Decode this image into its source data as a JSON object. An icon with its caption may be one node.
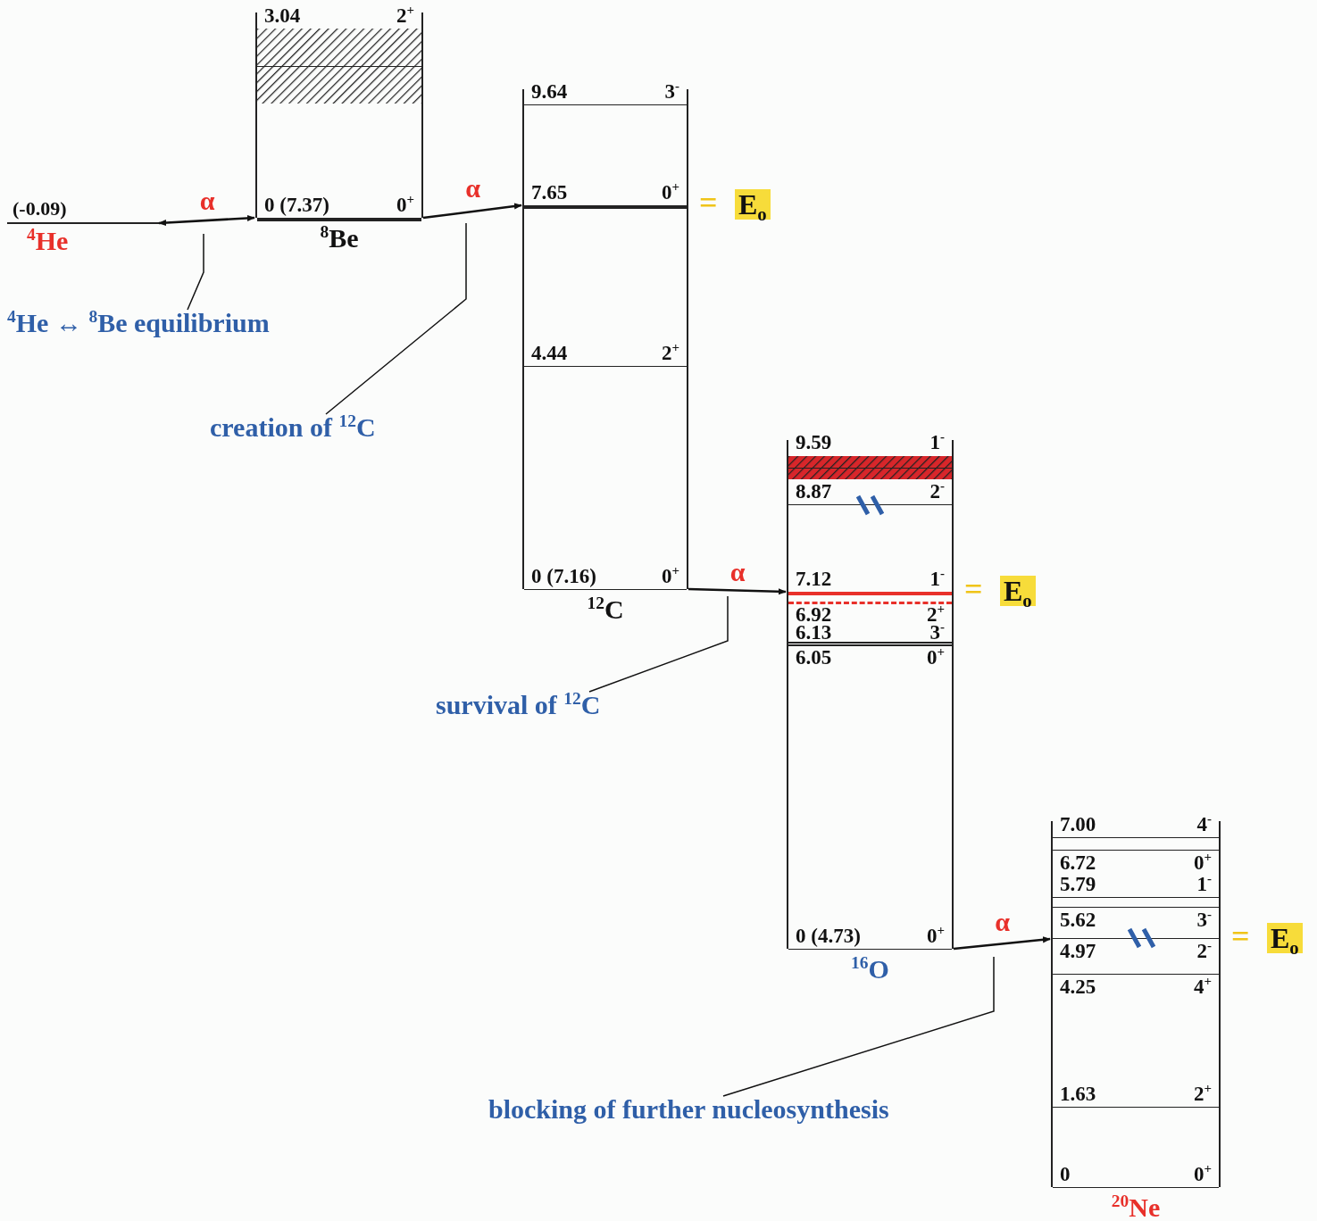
{
  "diagram": {
    "nodes": [
      {
        "text": [
          "(-0.09)",
          "$^{4}$He"
        ]
      },
      {
        "text": [
          "$^{8}$Be"
        ]
      },
      {
        "text": [
          "3.04",
          "2$^{+}$"
        ],
        "in": 1
      },
      {
        "text": [
          "0 (7.37)",
          "0$^{+}$"
        ],
        "in": 1
      },
      {
        "text": [
          "$^{12}$C"
        ]
      },
      {
        "text": [
          "9.64",
          "3$^{-}$"
        ],
        "in": 4
      },
      {
        "text": [
          "7.65",
          "0$^{+}$"
        ],
        "in": 4,
        "beside": [
          "=",
          "E$_{o}$"
        ]
      },
      {
        "text": [
          "4.44",
          "2$^{+}$"
        ],
        "in": 4
      },
      {
        "text": [
          "0 (7.16)",
          "0$^{+}$"
        ],
        "in": 4
      },
      {
        "text": [
          "$^{16}$O"
        ]
      },
      {
        "text": [
          "9.59",
          "1$^{-}$"
        ],
        "in": 9
      },
      {
        "text": [
          "8.87",
          "2$^{-}$"
        ],
        "in": 9
      },
      {
        "text": [
          "7.12",
          "1$^{-}$"
        ],
        "in": 9,
        "beside": [
          "=",
          "E$_{o}$"
        ]
      },
      {
        "text": [
          "6.92",
          "2$^{+}$"
        ],
        "in": 9
      },
      {
        "text": [
          "6.13",
          "3$^{-}$"
        ],
        "in": 9
      },
      {
        "text": [
          "6.05",
          "0$^{+}$"
        ],
        "in": 9
      },
      {
        "text": [
          "0 (4.73)",
          "0$^{+}$"
        ],
        "in": 9
      },
      {
        "text": [
          "$^{20}$Ne"
        ]
      },
      {
        "text": [
          "7.00",
          "4$^{-}$"
        ],
        "in": 17
      },
      {
        "text": [
          "6.72",
          "0$^{+}$"
        ],
        "in": 17
      },
      {
        "text": [
          "5.79",
          "1$^{-}$"
        ],
        "in": 17
      },
      {
        "text": [
          "5.62",
          "3$^{-}$"
        ],
        "in": 17
      },
      {
        "text": [
          "4.97",
          "2$^{-}$"
        ],
        "in": 17,
        "beside": [
          "=",
          "E$_{o}$"
        ]
      },
      {
        "text": [
          "4.25",
          "4$^{+}$"
        ],
        "in": 17
      },
      {
        "text": [
          "1.63",
          "2$^{+}$"
        ],
        "in": 17
      },
      {
        "text": [
          "0",
          "0$^{+}$"
        ],
        "in": 17
      },
      {
        "text": [
          "$^{4}$He ↔ $^{8}$Be equilibrium"
        ]
      },
      {
        "text": [
          "creation of  $^{12}$C"
        ]
      },
      {
        "text": [
          "survival of  $^{12}$C"
        ]
      },
      {
        "text": [
          "blocking of further nucleosynthesis"
        ]
      }
    ],
    "edges": [
      {
        "from": 0,
        "to": 3,
        "arrow": "both",
        "label": "α"
      },
      {
        "from": 3,
        "to": 6,
        "arrow": "to",
        "label": "α"
      },
      {
        "from": 8,
        "to": 12,
        "arrow": "to",
        "label": "α"
      },
      {
        "from": 16,
        "to": 22,
        "arrow": "to",
        "label": "α"
      },
      {
        "from": 26,
        "to": null,
        "arrow": "none"
      },
      {
        "from": 27,
        "to": null,
        "arrow": "none"
      },
      {
        "from": 28,
        "to": null,
        "arrow": "none"
      },
      {
        "from": 29,
        "to": null,
        "arrow": "none"
      }
    ]
  }
}
